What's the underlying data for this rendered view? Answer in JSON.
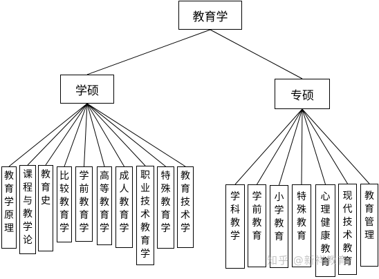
{
  "root": {
    "label": "教育学"
  },
  "branches": [
    {
      "label": "学硕",
      "children": [
        "教育学原理",
        "课程与教学论",
        "教育史",
        "比较教育学",
        "学前教育学",
        "高等教育学",
        "成人教育学",
        "职业技术教育学",
        "特殊教育学",
        "教育技术学"
      ]
    },
    {
      "label": "专硕",
      "children": [
        "学科教学",
        "学前教育",
        "小学教育",
        "特殊教育",
        "心理健康教育",
        "现代技术教育",
        "教育管理"
      ]
    }
  ],
  "watermark": "知乎 @新祥教育"
}
